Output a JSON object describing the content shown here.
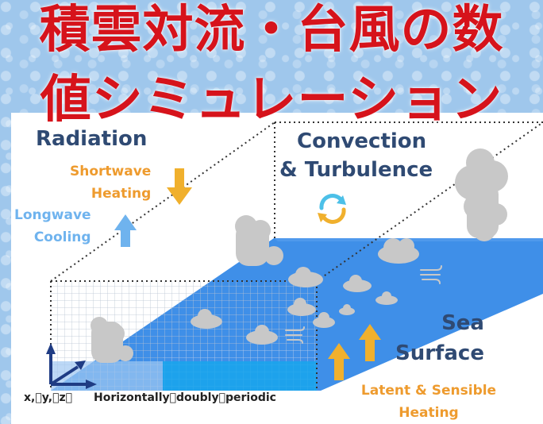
{
  "title": {
    "line1": "積雲対流・台風の数",
    "line2": "値シミュレーション"
  },
  "labels": {
    "radiation": "Radiation",
    "shortwave_1": "Shortwave",
    "shortwave_2": "Heating",
    "longwave_1": "Longwave",
    "longwave_2": "Cooling",
    "convection_1": "Convection",
    "convection_2": "& Turbulence",
    "sea_1": "Sea",
    "sea_2": "Surface",
    "latent_1": "Latent & Sensible",
    "latent_2": "Heating",
    "axes": "x,\u0000y,\u0000z\u0000",
    "periodic": "Horizontally\u0000doubly\u0000periodic"
  },
  "colors": {
    "title": "#d6131b",
    "heading": "#2f4a73",
    "warm": "#ee9b2e",
    "cool": "#6fb3ee",
    "ocean": "#3f8fe8",
    "cloud": "#c8c8c8"
  },
  "icons": {
    "shortwave_arrow": "arrow-down-icon",
    "longwave_arrow": "arrow-up-icon",
    "cycle": "cycle-icon",
    "wind": "wind-icon",
    "heating_arrows": "arrow-up-icon"
  }
}
